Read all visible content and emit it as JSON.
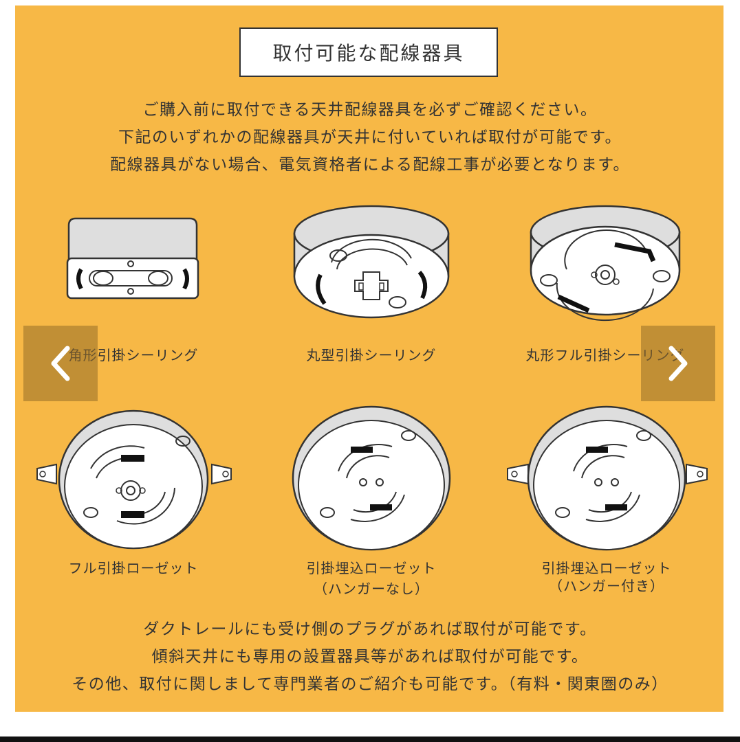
{
  "title": "取付可能な配線器具",
  "intro_lines": [
    "ご購入前に取付できる天井配線器具を必ずご確認ください。",
    "下記のいずれかの配線器具が天井に付いていれば取付が可能です。",
    "配線器具がない場合、電気資格者による配線工事が必要となります。"
  ],
  "fixtures": [
    {
      "label": "角形引掛シーリング",
      "sub": "",
      "icon": "square-ceiling-hook-icon"
    },
    {
      "label": "丸型引掛シーリング",
      "sub": "",
      "icon": "round-ceiling-hook-icon"
    },
    {
      "label": "丸形フル引掛シーリング",
      "sub": "",
      "icon": "round-full-ceiling-hook-icon"
    },
    {
      "label": "フル引掛ローゼット",
      "sub": "",
      "icon": "full-hook-rosette-icon"
    },
    {
      "label": "引掛埋込ローゼット",
      "sub": "（ハンガーなし）",
      "icon": "embedded-rosette-icon"
    },
    {
      "label": "引掛埋込ローゼット",
      "sub": "（ハンガー付き）",
      "icon": "embedded-rosette-hanger-icon"
    }
  ],
  "outro_lines": [
    "ダクトレールにも受け側のプラグがあれば取付が可能です。",
    "傾斜天井にも専用の設置器具等があれば取付が可能です。",
    "その他、取付に関しまして専門業者のご紹介も可能です。（有料・関東圏のみ）"
  ],
  "carousel": {
    "prev_icon": "chevron-left-icon",
    "next_icon": "chevron-right-icon"
  },
  "colors": {
    "background": "#f7b846",
    "ink": "#333333",
    "device": "#ffffff",
    "device_side": "#dedede"
  }
}
